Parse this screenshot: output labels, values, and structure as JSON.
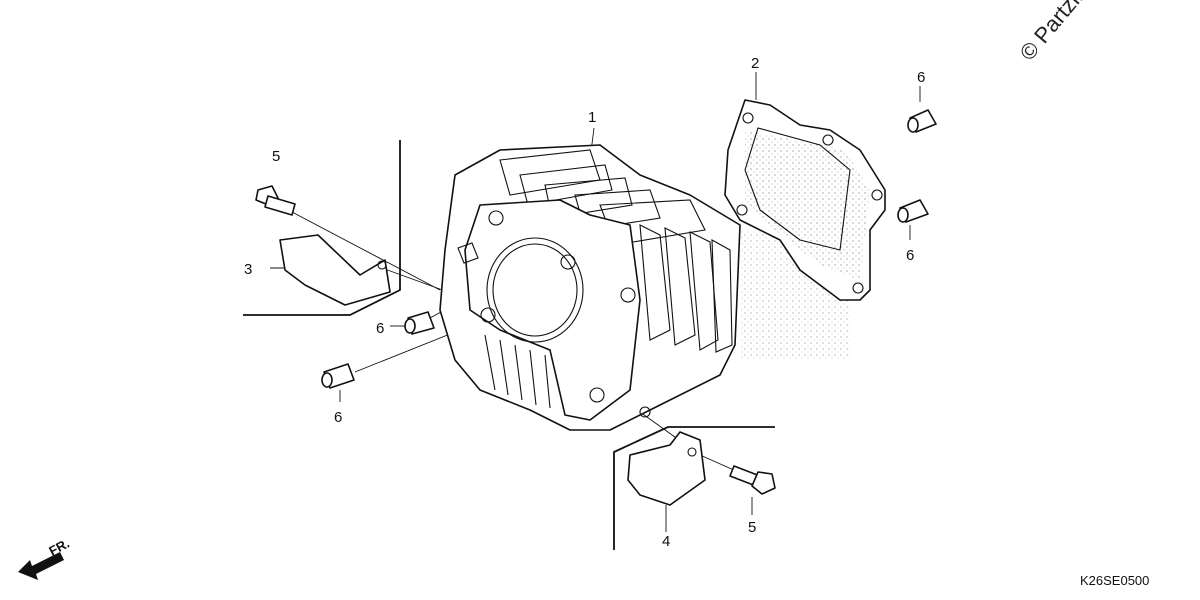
{
  "watermark": "© Partzil",
  "diagram_code": "K26SE0500",
  "front_marker": "FR.",
  "callouts": {
    "cylinder": "1",
    "gasket": "2",
    "guide_left": "3",
    "guide_right": "4",
    "bolt_top_left": "5",
    "bolt_bottom_right": "5",
    "dowel_top_right": "6",
    "dowel_mid_right": "6",
    "dowel_left_upper": "6",
    "dowel_left_lower": "6"
  }
}
